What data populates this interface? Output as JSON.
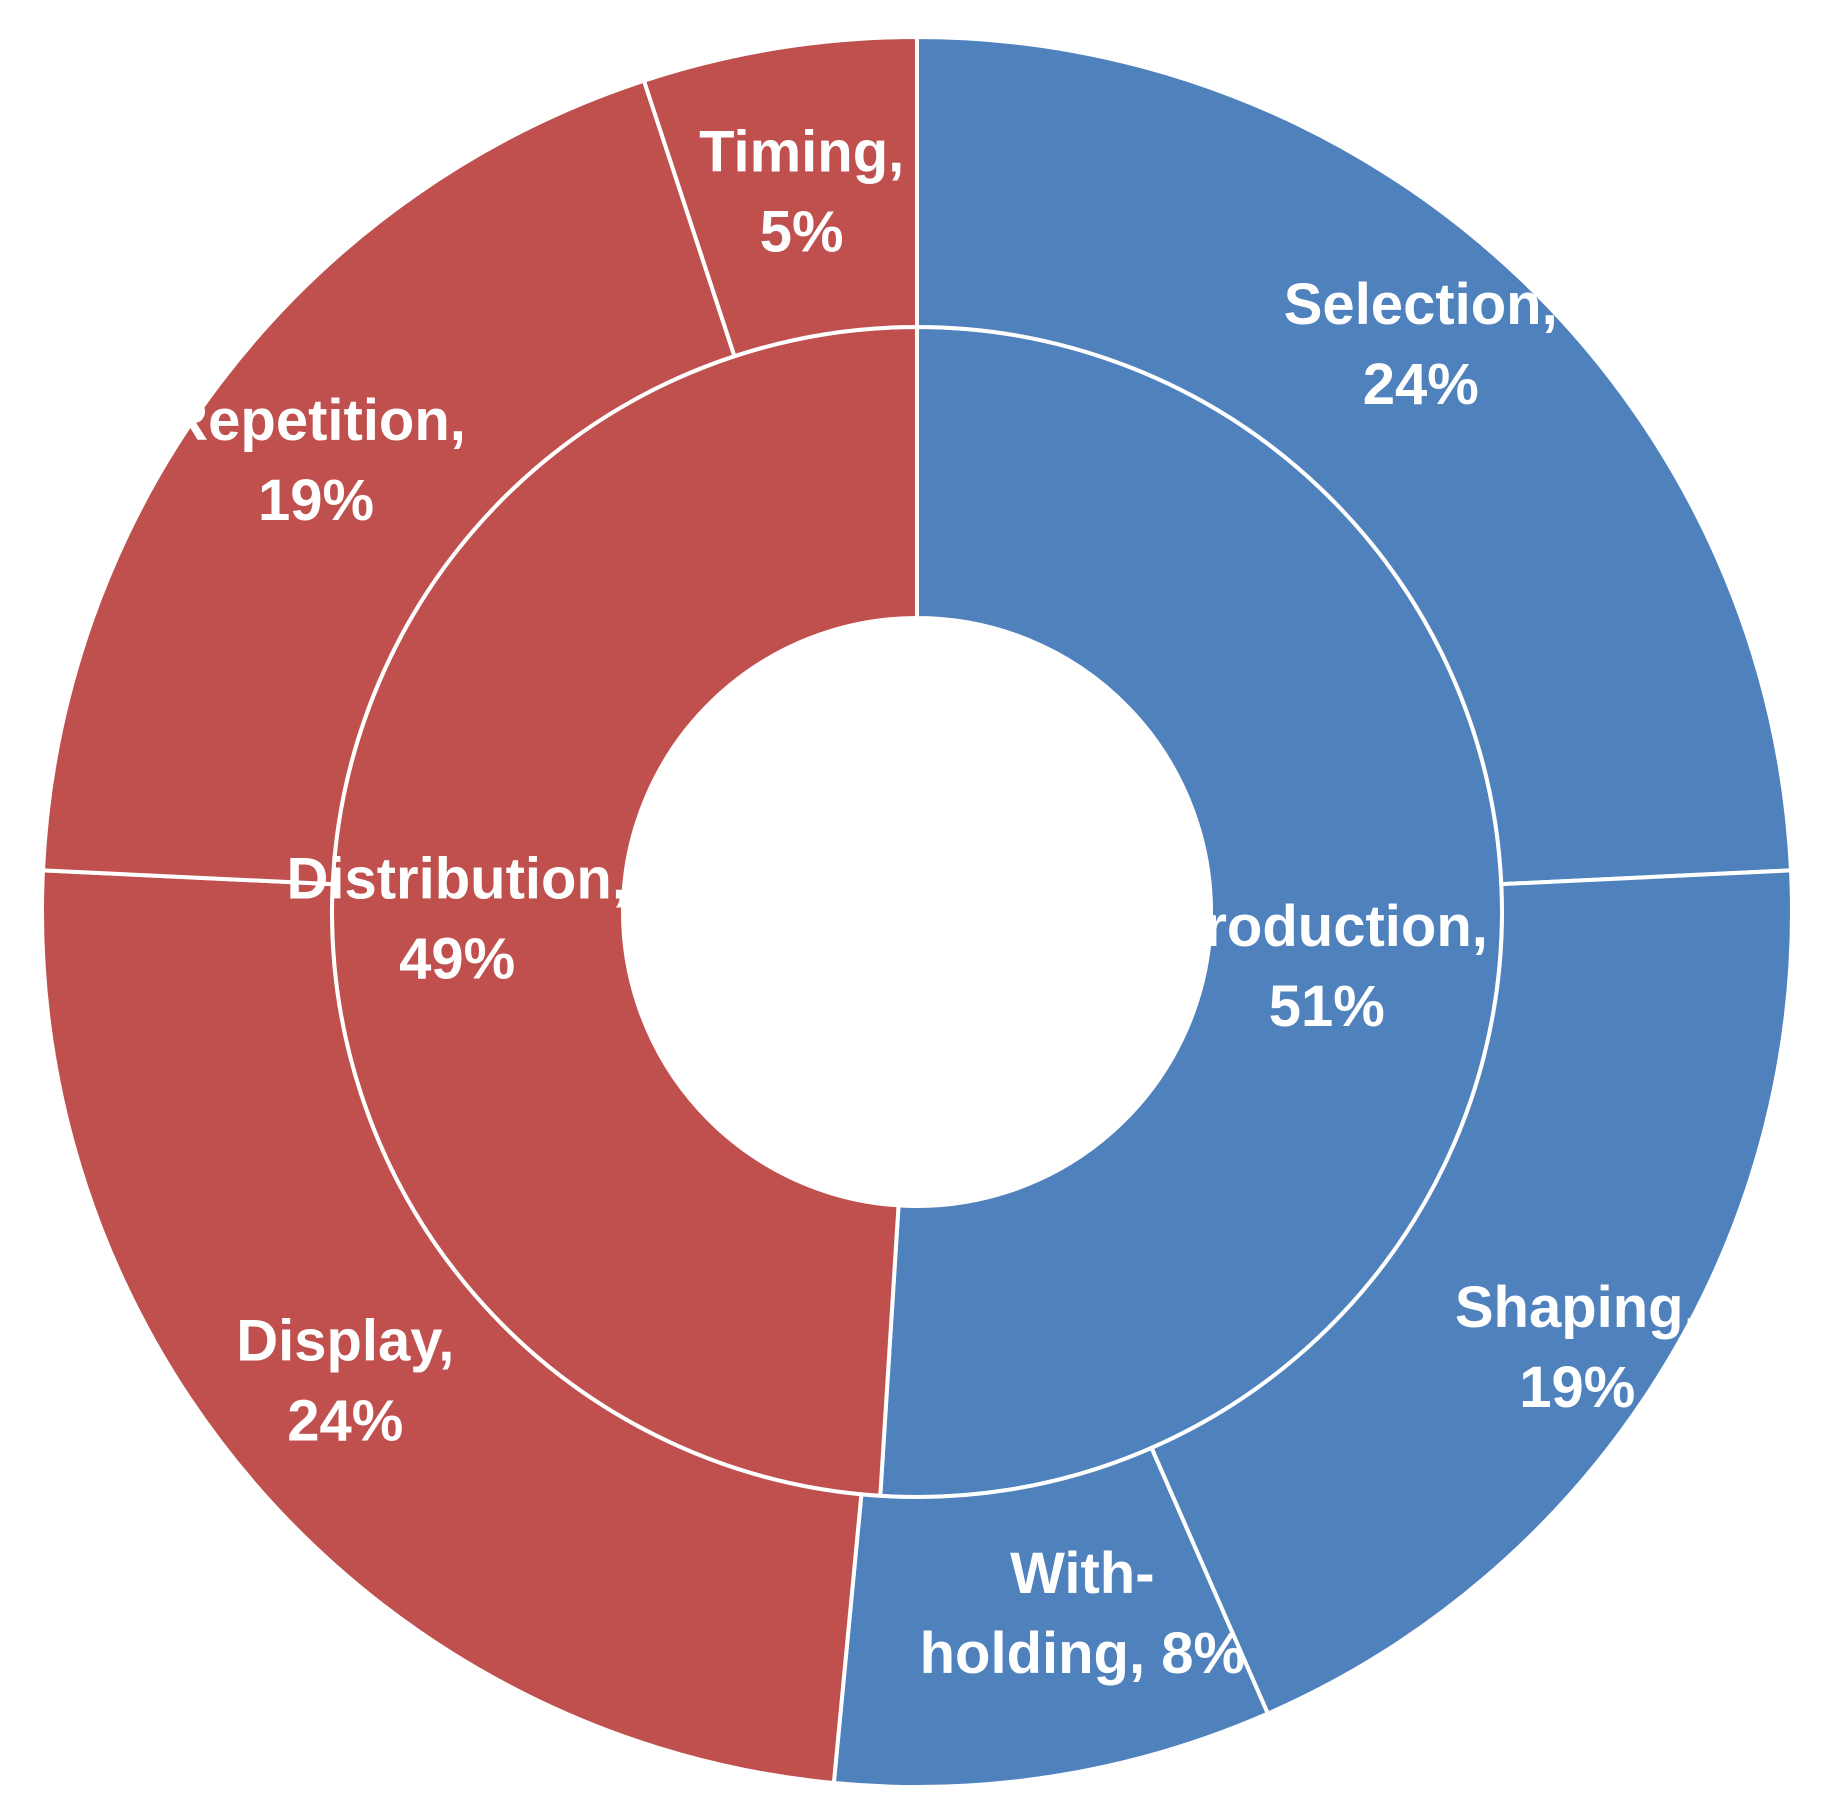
{
  "chart_data": {
    "type": "sunburst",
    "title": "",
    "inner_ring": [
      {
        "name": "Production",
        "value": 51,
        "label_lines": [
          "Production,",
          "51%"
        ],
        "color": "#4F81BD"
      },
      {
        "name": "Distribution",
        "value": 49,
        "label_lines": [
          "Distribution,",
          "49%"
        ],
        "color": "#C0504D"
      }
    ],
    "outer_ring": [
      {
        "name": "Selection",
        "parent": "Production",
        "value": 24,
        "label_lines": [
          "Selection,",
          "24%"
        ],
        "color": "#4F81BD"
      },
      {
        "name": "Shaping",
        "parent": "Production",
        "value": 19,
        "label_lines": [
          "Shaping,",
          "19%"
        ],
        "color": "#4F81BD"
      },
      {
        "name": "With-holding",
        "parent": "Production",
        "value": 8,
        "label_lines": [
          "With-",
          "holding, 8%"
        ],
        "color": "#4F81BD"
      },
      {
        "name": "Display",
        "parent": "Distribution",
        "value": 24,
        "label_lines": [
          "Display,",
          "24%"
        ],
        "color": "#C0504D"
      },
      {
        "name": "Repetition",
        "parent": "Distribution",
        "value": 19,
        "label_lines": [
          "Repetition,",
          "19%"
        ],
        "color": "#C0504D"
      },
      {
        "name": "Timing",
        "parent": "Distribution",
        "value": 5,
        "label_lines": [
          "Timing,",
          "5%"
        ],
        "color": "#C0504D"
      }
    ],
    "start_angle": "12 o'clock",
    "direction": "clockwise",
    "legend": "none",
    "label_color": "#FFFFFF",
    "separator_color": "#FFFFFF"
  }
}
